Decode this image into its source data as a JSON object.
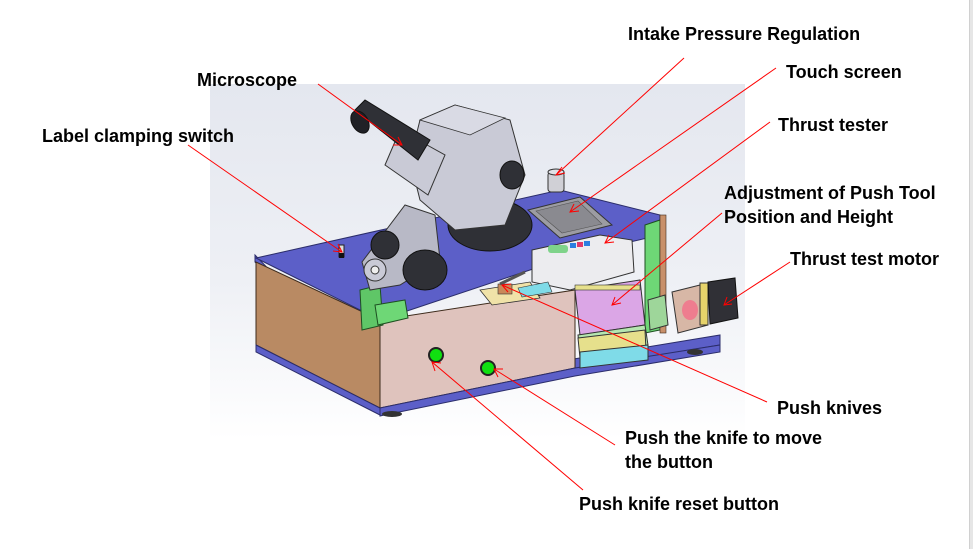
{
  "diagram": {
    "subject": "Push-knife thrust testing machine with microscope",
    "leader_color": "#ff0000",
    "colors": {
      "base_plate": "#5c5fc8",
      "side_panel_left": "#b98a63",
      "front_panel": "#dfc3bd",
      "green_parts": "#5fc667",
      "button_green": "#10e010",
      "microscope_body": "#c9cad6",
      "eyepiece": "#2f3036",
      "motor": "#303036",
      "slide_violet": "#dba6e6",
      "slide_yellow": "#e6e08c",
      "slide_cyan": "#7fdbe8"
    },
    "labels": [
      {
        "id": "intake-pressure-regulation",
        "text": "Intake Pressure Regulation"
      },
      {
        "id": "touch-screen",
        "text": "Touch screen"
      },
      {
        "id": "microscope",
        "text": "Microscope"
      },
      {
        "id": "thrust-tester",
        "text": "Thrust tester"
      },
      {
        "id": "label-clamping-switch",
        "text": "Label clamping switch"
      },
      {
        "id": "adjustment-line1",
        "text": "Adjustment of Push Tool"
      },
      {
        "id": "adjustment-line2",
        "text": "Position and Height"
      },
      {
        "id": "thrust-test-motor",
        "text": "Thrust test motor"
      },
      {
        "id": "push-knives",
        "text": "Push knives"
      },
      {
        "id": "push-knife-move-line1",
        "text": "Push the knife to move"
      },
      {
        "id": "push-knife-move-line2",
        "text": "the button"
      },
      {
        "id": "push-knife-reset-button",
        "text": "Push knife reset button"
      }
    ]
  }
}
